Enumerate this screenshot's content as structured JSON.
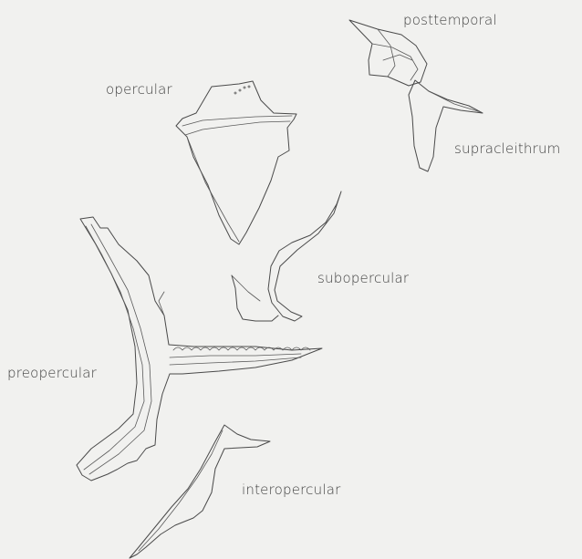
{
  "labels": {
    "posttemporal": "posttemporal",
    "opercular": "opercular",
    "supracleithrum": "supracleithrum",
    "subopercular": "subopercular",
    "preopercular": "preopercular",
    "interopercular": "interopercular"
  }
}
